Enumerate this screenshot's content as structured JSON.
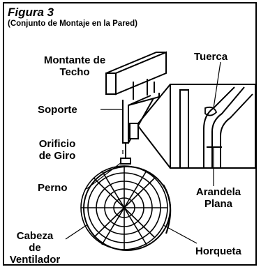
{
  "figure": {
    "title": "Figura 3",
    "subtitle": "(Conjunto de Montaje en la Pared)"
  },
  "labels": {
    "ceiling_joist": "Montante de\nTecho",
    "bracket": "Soporte",
    "pivot_hole": "Orificio\nde Giro",
    "bolt": "Perno",
    "fan_head": "Cabeza\nde\nVentilador",
    "nut": "Tuerca",
    "flat_washer": "Arandela\nPlana",
    "yoke": "Horqueta"
  }
}
